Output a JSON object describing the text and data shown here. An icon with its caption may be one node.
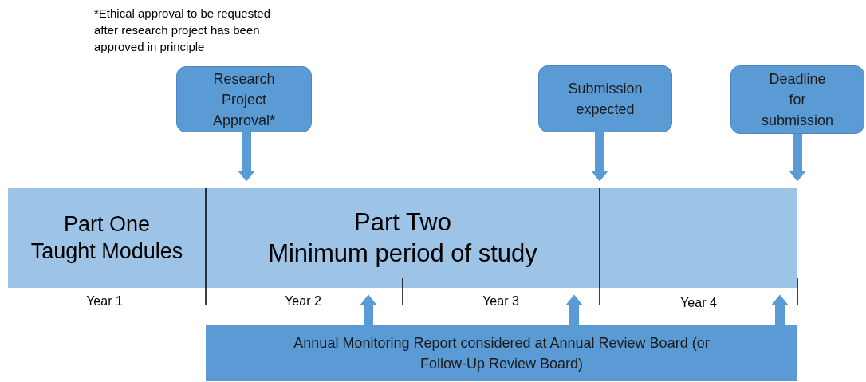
{
  "diagram": {
    "nodes": [
      {
        "text": [
          "Part One",
          "Taught Modules"
        ]
      },
      {
        "text": [
          "Part Two",
          "Minimum period of study"
        ]
      },
      {
        "text": [],
        "shape": "box"
      },
      {
        "text": [
          "Research Project Approval*"
        ]
      },
      {
        "text": [
          "Submission expected"
        ]
      },
      {
        "text": [
          "Deadline for submission"
        ]
      },
      {
        "text": [
          "Annual Monitoring Report considered at Annual Review Board (or Follow-Up Review Board)"
        ]
      }
    ],
    "edges": [
      {
        "from": 3,
        "to": 1,
        "arrow": "to"
      },
      {
        "from": 4,
        "to": 1,
        "arrow": "to"
      },
      {
        "from": 5,
        "to": 2,
        "arrow": "to"
      },
      {
        "from": 6,
        "to": 1,
        "arrow": "to"
      },
      {
        "from": 6,
        "to": 1,
        "arrow": "to"
      },
      {
        "from": 6,
        "to": 2,
        "arrow": "to"
      }
    ],
    "labels": [
      "*Ethical approval to be requested after research project has been approved in principle",
      "Year 1",
      "Year 2",
      "Year 3",
      "Year 4"
    ]
  }
}
